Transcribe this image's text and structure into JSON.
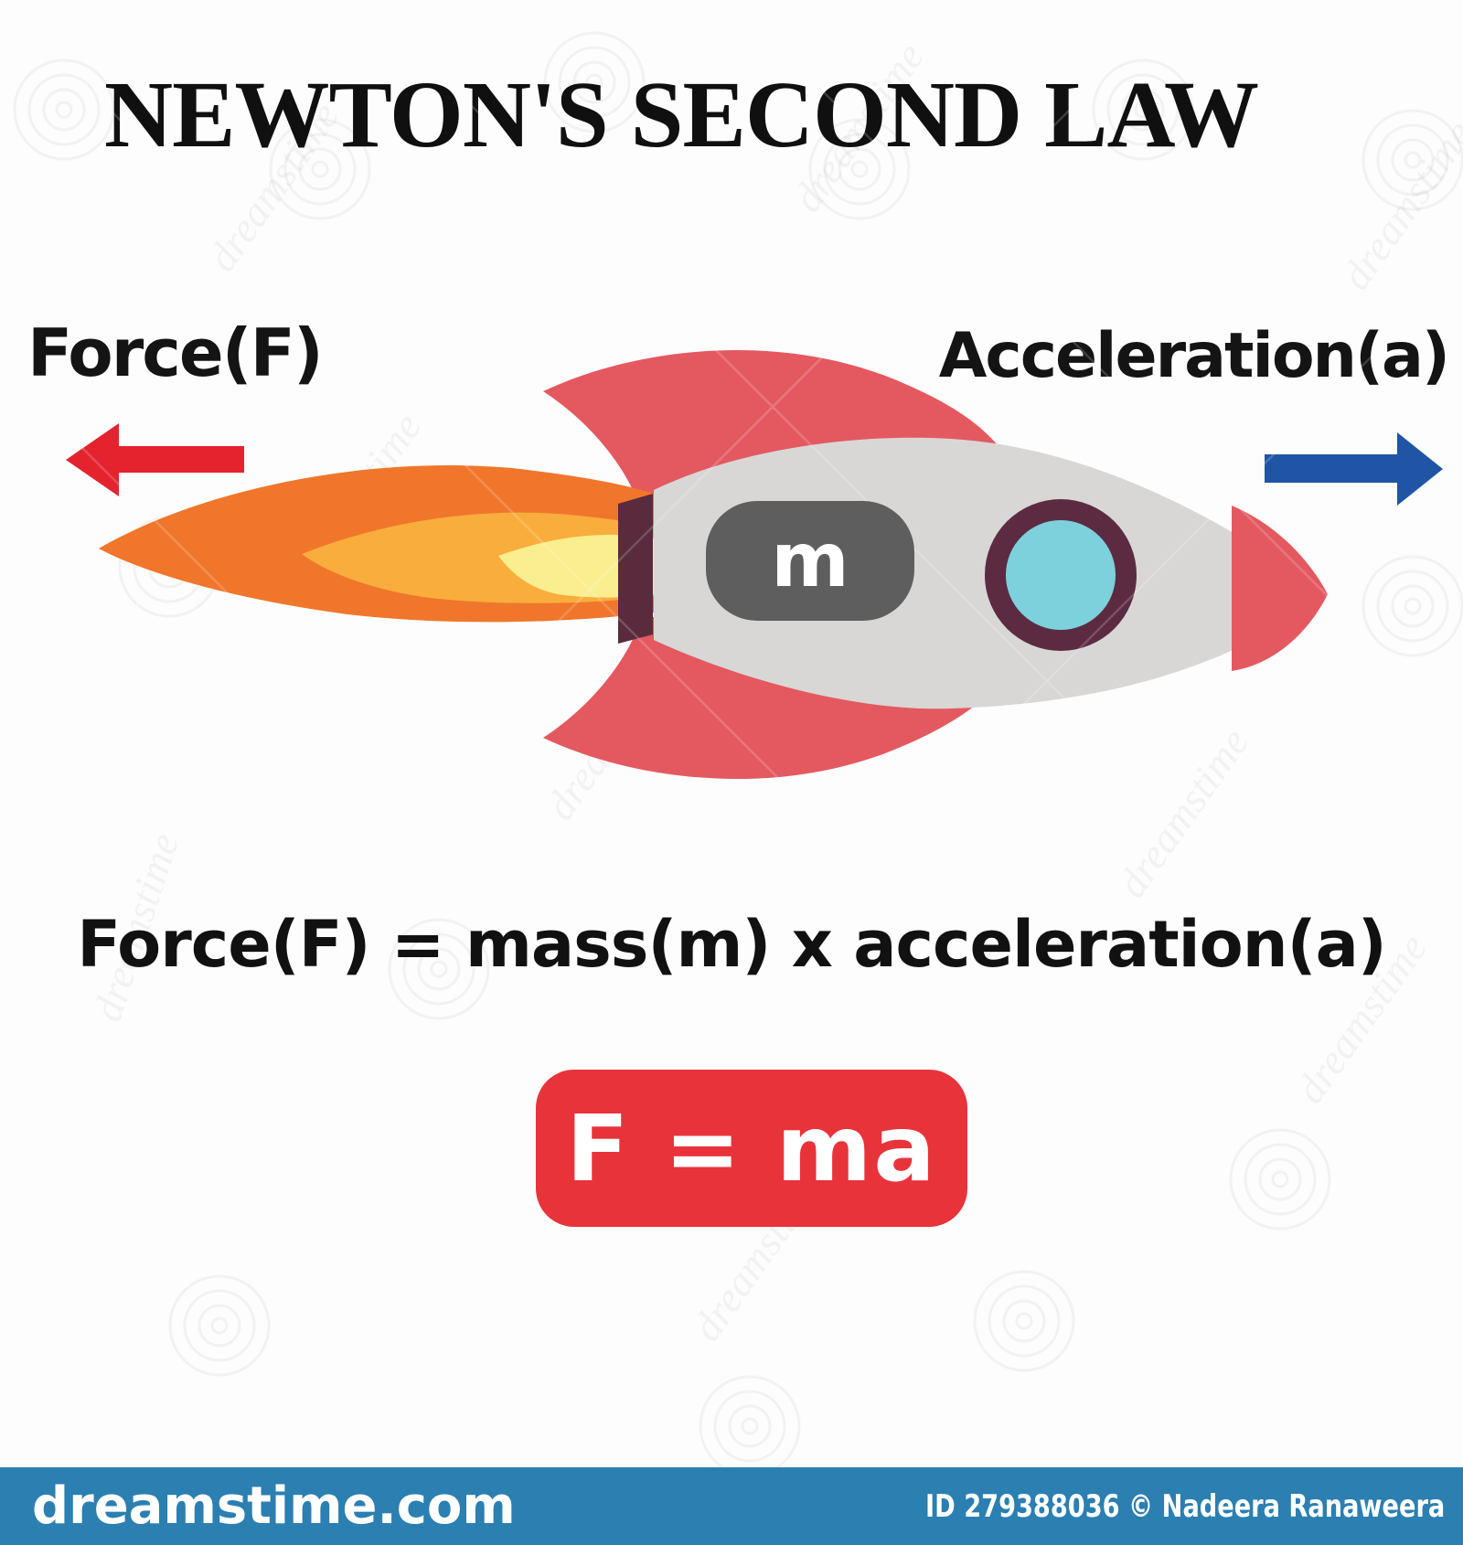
{
  "title": "NEWTON'S SECOND LAW",
  "diagram": {
    "force_label": "Force(F)",
    "acceleration_label": "Acceleration(a)",
    "mass_label": "m",
    "force_arrow_direction": "left",
    "acceleration_arrow_direction": "right"
  },
  "formula_line": "Force(F) = mass(m) x acceleration(a)",
  "formula_box": "F = ma",
  "footer": {
    "site": "dreamstime.com",
    "credit": "ID 279388036 © Nadeera Ranaweera"
  },
  "watermark_text": "dreamstime",
  "colors": {
    "red_arrow": "#E4232E",
    "blue_arrow": "#1F55A4",
    "fin": "#E45960",
    "flame_outer": "#F0762B",
    "flame_mid": "#F9AD3C",
    "flame_inner": "#FAEE8F",
    "nozzle": "#5A2B3C",
    "body": "#D8D7D5",
    "mass_panel": "#5E5E5E",
    "window_ring": "#5C2B42",
    "window_glass": "#7CD1DC",
    "formula_box_bg": "#E8333A",
    "footer_bg": "#2B7FB1",
    "text": "#101010"
  }
}
